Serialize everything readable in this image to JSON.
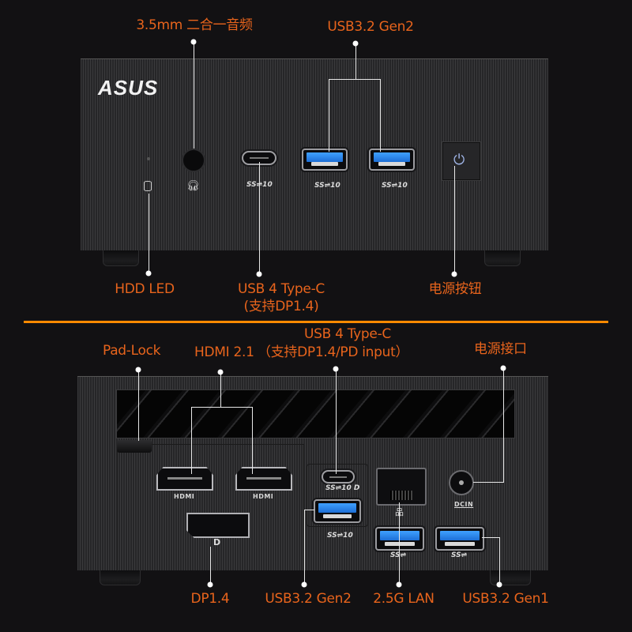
{
  "brand": {
    "logo_text": "ASUS"
  },
  "front_view": {
    "callouts": {
      "audio": "3.5mm 二合一音频",
      "usb_top": "USB3.2 Gen2",
      "hdd_led": "HDD LED",
      "usb4_line1": "USB 4 Type-C",
      "usb4_line2": "(支持DP1.4)",
      "power_button": "电源按钮"
    },
    "port_markings": {
      "usbc_mark": "SS⇌10",
      "usba1_mark": "SS⇌10",
      "usba2_mark": "SS⇌10"
    }
  },
  "rear_view": {
    "callouts": {
      "pad_lock": "Pad-Lock",
      "hdmi": "HDMI 2.1",
      "usb4_line1": "USB 4 Type-C",
      "usb4_line2": "（支持DP1.4/PD input）",
      "power_jack": "电源接口",
      "dp": "DP1.4",
      "usb_gen2": "USB3.2 Gen2",
      "lan": "2.5G LAN",
      "usb_gen1": "USB3.2 Gen1"
    },
    "port_markings": {
      "hdmi1": "HDMI",
      "hdmi2": "HDMI",
      "dcin": "DCIN",
      "usbc_mark": "SS⇌10 D",
      "usba_gen2_mark": "SS⇌10",
      "usba_gen1_mark1": "SS⇌",
      "usba_gen1_mark2": "SS⇌"
    }
  },
  "colors": {
    "accent": "#e8641c",
    "divider": "#ff8a00",
    "background": "#121113",
    "usb_blue": "#2f86ee"
  }
}
